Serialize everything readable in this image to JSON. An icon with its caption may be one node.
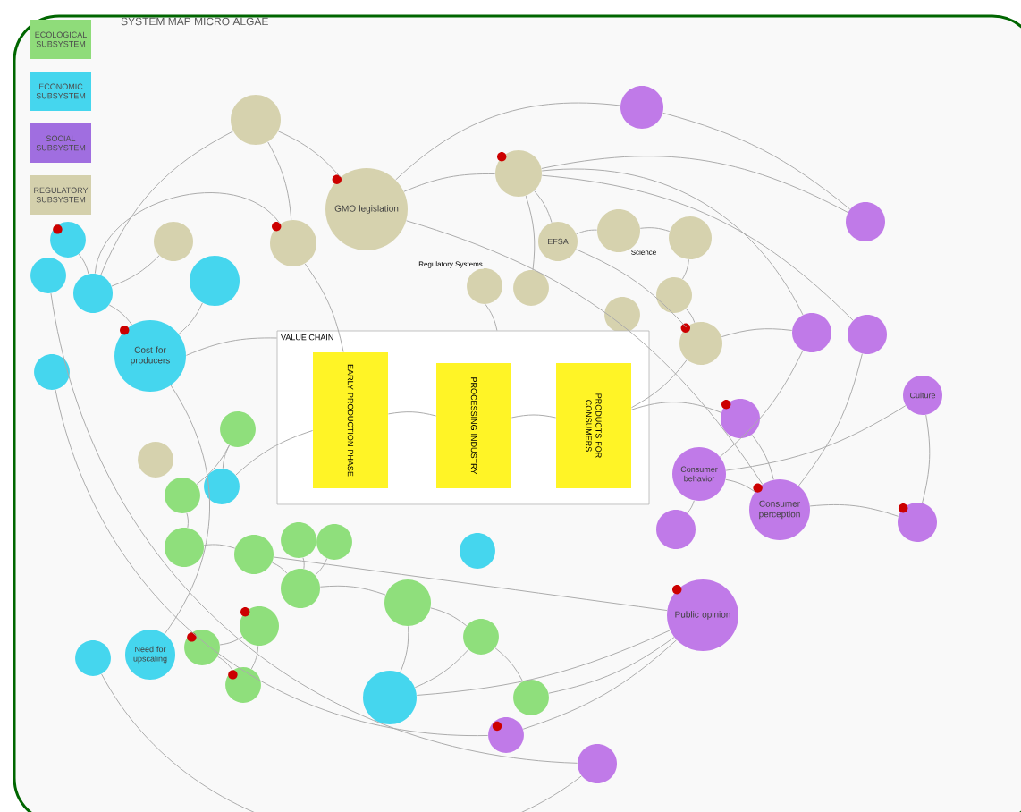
{
  "diagram": {
    "title": "SYSTEM MAP MICRO ALGAE",
    "nodes": [
      {
        "text": [],
        "shape": "circle"
      },
      {
        "text": [
          "GMO legislation"
        ]
      },
      {
        "text": [],
        "shape": "circle"
      },
      {
        "text": [],
        "shape": "circle"
      },
      {
        "text": [],
        "shape": "circle"
      },
      {
        "text": [
          "EFSA"
        ]
      },
      {
        "text": [],
        "shape": "circle"
      },
      {
        "text": [],
        "shape": "circle"
      },
      {
        "text": [],
        "shape": "circle"
      },
      {
        "text": [],
        "shape": "circle"
      },
      {
        "text": [],
        "shape": "circle"
      },
      {
        "text": [],
        "shape": "circle"
      },
      {
        "text": [],
        "shape": "circle"
      },
      {
        "text": [],
        "shape": "circle"
      },
      {
        "text": [],
        "shape": "circle"
      },
      {
        "text": [],
        "shape": "circle"
      },
      {
        "text": [],
        "shape": "circle"
      },
      {
        "text": [],
        "shape": "circle"
      },
      {
        "text": [
          "Cost for producers"
        ]
      },
      {
        "text": [],
        "shape": "circle"
      },
      {
        "text": [],
        "shape": "circle"
      },
      {
        "text": [
          "Need for upscaling"
        ]
      },
      {
        "text": [],
        "shape": "circle"
      },
      {
        "text": [],
        "shape": "circle"
      },
      {
        "text": [],
        "shape": "circle"
      },
      {
        "text": [],
        "shape": "circle"
      },
      {
        "text": [],
        "shape": "circle"
      },
      {
        "text": [],
        "shape": "circle"
      },
      {
        "text": [],
        "shape": "circle"
      },
      {
        "text": [],
        "shape": "circle"
      },
      {
        "text": [],
        "shape": "circle"
      },
      {
        "text": [],
        "shape": "circle"
      },
      {
        "text": [],
        "shape": "circle"
      },
      {
        "text": [],
        "shape": "circle"
      },
      {
        "text": [],
        "shape": "circle"
      },
      {
        "text": [],
        "shape": "circle"
      },
      {
        "text": [],
        "shape": "circle"
      },
      {
        "text": [],
        "shape": "circle"
      },
      {
        "text": [],
        "shape": "circle"
      },
      {
        "text": [],
        "shape": "circle"
      },
      {
        "text": [],
        "shape": "circle"
      },
      {
        "text": [],
        "shape": "circle"
      },
      {
        "text": [
          "Culture"
        ]
      },
      {
        "text": [],
        "shape": "circle"
      },
      {
        "text": [
          "Consumer behavior"
        ]
      },
      {
        "text": [
          "Consumer perception"
        ]
      },
      {
        "text": [],
        "shape": "circle"
      },
      {
        "text": [],
        "shape": "circle"
      },
      {
        "text": [
          "Public opinion"
        ]
      },
      {
        "text": [],
        "shape": "circle"
      },
      {
        "text": [],
        "shape": "circle"
      },
      {
        "text": [
          "VALUE CHAIN"
        ]
      },
      {
        "text": [
          "EARLY PRODUCTION PHASE"
        ],
        "in": 51
      },
      {
        "text": [
          "PROCESSING INDUSTRY"
        ],
        "in": 51
      },
      {
        "text": [
          "PRODUCTS FOR CONSUMERS"
        ],
        "in": 51
      }
    ],
    "edges": [
      {
        "from": 0,
        "to": 1,
        "arrow": "none"
      },
      {
        "from": 0,
        "to": 2,
        "arrow": "none"
      },
      {
        "from": 0,
        "to": 16,
        "arrow": "none"
      },
      {
        "from": 1,
        "to": 4,
        "arrow": "none"
      },
      {
        "from": 1,
        "to": 38,
        "arrow": "none"
      },
      {
        "from": 4,
        "to": 40,
        "arrow": "none"
      },
      {
        "from": 4,
        "to": 41,
        "arrow": "none"
      },
      {
        "from": 1,
        "to": 45,
        "arrow": "none"
      },
      {
        "from": 2,
        "to": 16,
        "arrow": "none"
      },
      {
        "from": 2,
        "to": 52,
        "arrow": "none"
      },
      {
        "from": 3,
        "to": 16,
        "arrow": "none"
      },
      {
        "from": 14,
        "to": 16,
        "arrow": "none"
      },
      {
        "from": 16,
        "to": 18,
        "arrow": "none"
      },
      {
        "from": 17,
        "to": 18,
        "arrow": "none"
      },
      {
        "from": 18,
        "to": 51,
        "arrow": "none"
      },
      {
        "from": 18,
        "to": 21,
        "arrow": "none"
      },
      {
        "from": 4,
        "to": 5,
        "arrow": "none"
      },
      {
        "from": 4,
        "to": 9,
        "arrow": "none"
      },
      {
        "from": 4,
        "to": 39,
        "arrow": "none"
      },
      {
        "from": 5,
        "to": 6,
        "arrow": "none"
      },
      {
        "from": 6,
        "to": 7,
        "arrow": "none"
      },
      {
        "from": 7,
        "to": 11,
        "arrow": "none"
      },
      {
        "from": 5,
        "to": 12,
        "arrow": "none"
      },
      {
        "from": 11,
        "to": 12,
        "arrow": "none"
      },
      {
        "from": 12,
        "to": 54,
        "arrow": "none"
      },
      {
        "from": 12,
        "to": 40,
        "arrow": "none"
      },
      {
        "from": 8,
        "to": 51,
        "arrow": "none"
      },
      {
        "from": 38,
        "to": 39,
        "arrow": "none"
      },
      {
        "from": 40,
        "to": 44,
        "arrow": "none"
      },
      {
        "from": 41,
        "to": 45,
        "arrow": "none"
      },
      {
        "from": 42,
        "to": 44,
        "arrow": "none"
      },
      {
        "from": 42,
        "to": 46,
        "arrow": "none"
      },
      {
        "from": 43,
        "to": 45,
        "arrow": "none"
      },
      {
        "from": 43,
        "to": 54,
        "arrow": "none"
      },
      {
        "from": 44,
        "to": 45,
        "arrow": "none"
      },
      {
        "from": 44,
        "to": 47,
        "arrow": "none"
      },
      {
        "from": 45,
        "to": 46,
        "arrow": "none"
      },
      {
        "from": 48,
        "to": 37,
        "arrow": "none"
      },
      {
        "from": 48,
        "to": 49,
        "arrow": "none"
      },
      {
        "from": 48,
        "to": 28,
        "arrow": "none"
      },
      {
        "from": 48,
        "to": 23,
        "arrow": "none"
      },
      {
        "from": 50,
        "to": 22,
        "arrow": "none"
      },
      {
        "from": 52,
        "to": 53,
        "arrow": "none"
      },
      {
        "from": 53,
        "to": 54,
        "arrow": "none"
      },
      {
        "from": 25,
        "to": 26,
        "arrow": "none"
      },
      {
        "from": 26,
        "to": 27,
        "arrow": "none"
      },
      {
        "from": 27,
        "to": 28,
        "arrow": "none"
      },
      {
        "from": 28,
        "to": 31,
        "arrow": "none"
      },
      {
        "from": 29,
        "to": 31,
        "arrow": "none"
      },
      {
        "from": 30,
        "to": 31,
        "arrow": "none"
      },
      {
        "from": 31,
        "to": 32,
        "arrow": "none"
      },
      {
        "from": 32,
        "to": 36,
        "arrow": "none"
      },
      {
        "from": 32,
        "to": 23,
        "arrow": "none"
      },
      {
        "from": 33,
        "to": 35,
        "arrow": "none"
      },
      {
        "from": 34,
        "to": 35,
        "arrow": "none"
      },
      {
        "from": 33,
        "to": 34,
        "arrow": "none"
      },
      {
        "from": 36,
        "to": 23,
        "arrow": "none"
      },
      {
        "from": 36,
        "to": 37,
        "arrow": "none"
      },
      {
        "from": 20,
        "to": 25,
        "arrow": "none"
      },
      {
        "from": 20,
        "to": 52,
        "arrow": "none"
      },
      {
        "from": 15,
        "to": 50,
        "arrow": "none"
      },
      {
        "from": 19,
        "to": 49,
        "arrow": "none"
      }
    ],
    "labels": [
      "Regulatory Systems",
      "Science"
    ],
    "legend": [
      {
        "text": "ECOLOGICAL SUBSYSTEM",
        "color": "#8fdc7a"
      },
      {
        "text": "ECONOMIC SUBSYSTEM",
        "color": "#45d6ee"
      },
      {
        "text": "SOCIAL SUBSYSTEM",
        "color": "#a06ee0"
      },
      {
        "text": "REGULATORY SUBSYSTEM",
        "color": "#d4d0ac"
      }
    ]
  }
}
